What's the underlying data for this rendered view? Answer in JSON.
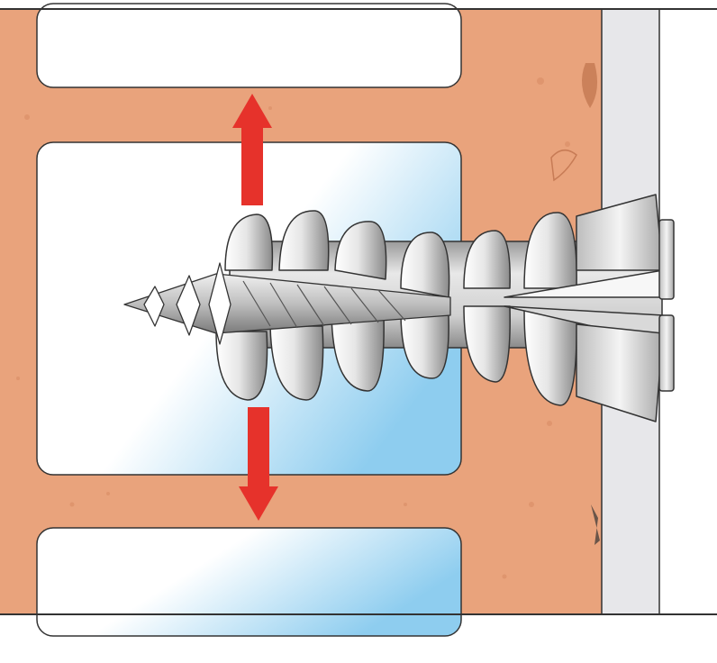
{
  "diagram": {
    "components": [
      {
        "id": "brick",
        "name": "perforated-brick-wall"
      },
      {
        "id": "plaster",
        "name": "plaster-layer"
      },
      {
        "id": "anchor",
        "name": "ribbed-plastic-wall-plug"
      },
      {
        "id": "screw",
        "name": "screw"
      }
    ],
    "arrows": [
      {
        "id": "expand-up",
        "direction": "up"
      },
      {
        "id": "expand-down",
        "direction": "down"
      }
    ],
    "colors": {
      "brick": "#e9a37c",
      "brick_speckle": "#d78a62",
      "cavity": "#ffffff",
      "cavity_tint": "#8ecdef",
      "plaster": "#e7e7ea",
      "arrow": "#e6322b",
      "outline": "#333333",
      "plug_light": "#f2f2f2",
      "plug_dark": "#8f8f8f"
    }
  }
}
